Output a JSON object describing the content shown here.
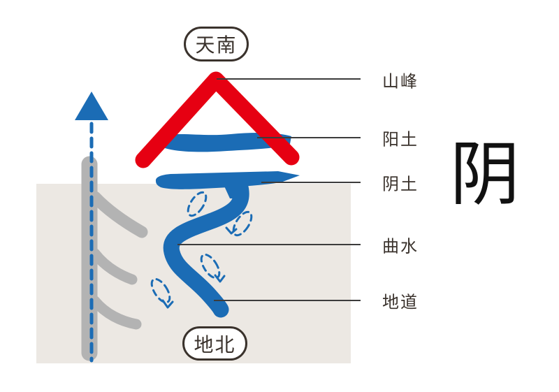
{
  "figure": {
    "top_label": "天南",
    "bottom_label": "地北",
    "big_character": "阴",
    "annotations": [
      {
        "label": "山峰"
      },
      {
        "label": "阳土"
      },
      {
        "label": "阴土"
      },
      {
        "label": "曲水"
      },
      {
        "label": "地道"
      }
    ],
    "icons": [
      "up-arrow-icon",
      "dashed-flow-line",
      "dashed-bubble-icons"
    ]
  },
  "colors": {
    "red": "#e60012",
    "blue": "#1b6cb5",
    "gray": "#b3b3b3",
    "ground": "#ece8e3",
    "ink": "#3a322c",
    "line": "#3c3c3c"
  }
}
